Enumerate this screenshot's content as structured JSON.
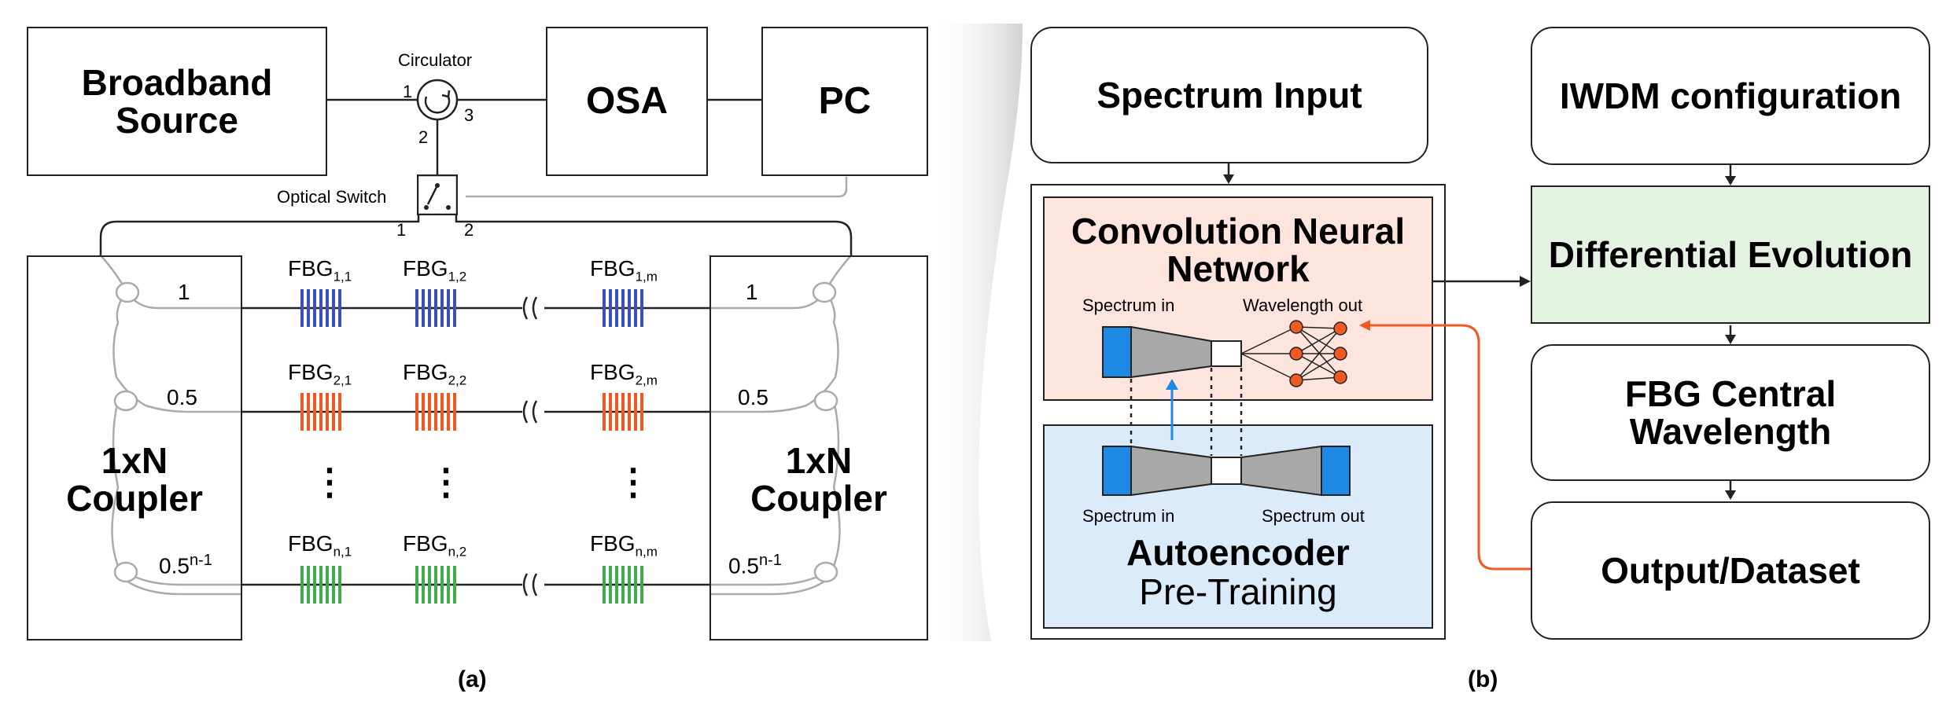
{
  "panel_a": {
    "caption": "(a)",
    "broadband_source": "Broadband Source",
    "circulator": "Circulator",
    "circulator_ports": [
      "1",
      "2",
      "3"
    ],
    "osa": "OSA",
    "pc": "PC",
    "optical_switch": "Optical Switch",
    "switch_ports": [
      "1",
      "2"
    ],
    "coupler_left": "1xN Coupler",
    "coupler_right": "1xN Coupler",
    "ratios": [
      "1",
      "0.5",
      "0.5",
      "1"
    ],
    "ratio_last_base": "0.5",
    "ratio_last_sup": "n-1",
    "fbg_prefix": "FBG",
    "fbg_row1_subs": [
      "1,1",
      "1,2",
      "1,m"
    ],
    "fbg_row2_subs": [
      "2,1",
      "2,2",
      "2,m"
    ],
    "fbg_rown_subs": [
      "n,1",
      "n,2",
      "n,m"
    ],
    "grating_colors": [
      "#3a4fb8",
      "#f05a22",
      "#3fae49"
    ],
    "dots": [
      "⋮",
      "⋮",
      "⋮"
    ]
  },
  "panel_b": {
    "caption": "(b)",
    "spectrum_input": "Spectrum Input",
    "cnn_title": "Convolution Neural Network",
    "cnn_spectrum_in": "Spectrum in",
    "cnn_wavelength_out": "Wavelength out",
    "ae_spectrum_in": "Spectrum in",
    "ae_spectrum_out": "Spectrum out",
    "ae_title": "Autoencoder",
    "ae_subtitle": "Pre-Training",
    "iwdm": "IWDM configuration",
    "differential_evolution": "Differential Evolution",
    "fbg_central": "FBG Central Wavelength",
    "output_dataset": "Output/Dataset",
    "colors": {
      "cnn_bg": "#fde4dc",
      "ae_bg": "#dcebfa",
      "de_bg": "#e3f2e1",
      "accent_blue": "#1e88e5",
      "accent_orange": "#f05a22"
    }
  }
}
